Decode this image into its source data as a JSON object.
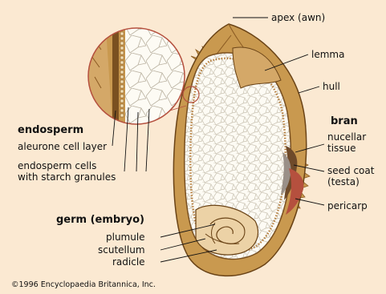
{
  "labels": {
    "apex": "apex (awn)",
    "lemma": "lemma",
    "hull": "hull",
    "bran": "bran",
    "nucellar_tissue": "nucellar\ntissue",
    "seed_coat": "seed coat\n(testa)",
    "pericarp": "pericarp",
    "endosperm": "endosperm",
    "aleurone": "aleurone cell layer",
    "endosperm_cells": "endosperm cells\nwith starch granules",
    "germ": "germ (embryo)",
    "plumule": "plumule",
    "scutellum": "scutellum",
    "radicle": "radicle",
    "copyright": "©1996 Encyclopaedia Britannica, Inc."
  },
  "colors": {
    "background": "#fbe9d2",
    "hull": "#c9994f",
    "hull_dark": "#8a5a22",
    "endosperm": "#fdfbf4",
    "aleurone": "#b57d3c",
    "testa": "#9a9088",
    "pericarp": "#b5503e",
    "nucellar": "#6e4a2a"
  }
}
